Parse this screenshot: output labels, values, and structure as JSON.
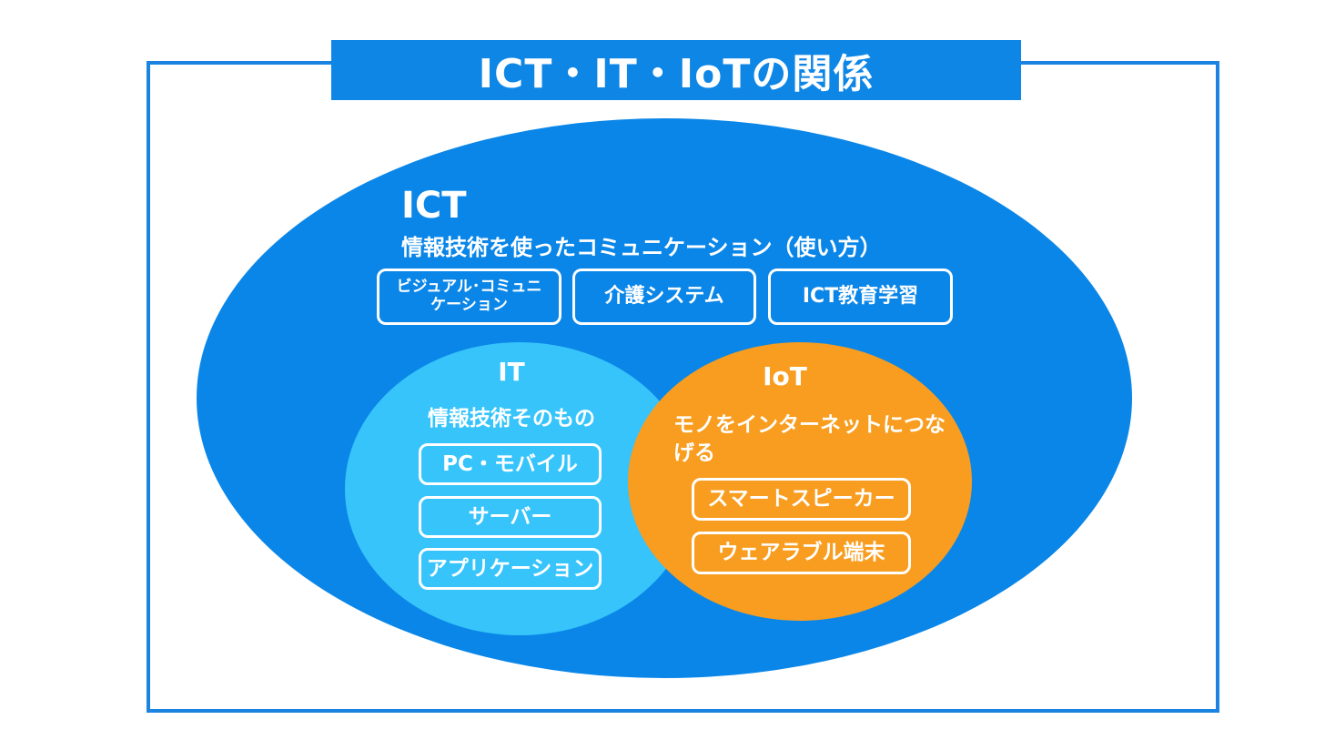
{
  "title": "ICT・IT・IoTの関係",
  "colors": {
    "frame": "#1a84e0",
    "title_bar": "#0e86e6",
    "ict": "#0a86e8",
    "it": "#36c4fb",
    "iot": "#f89d1f",
    "text": "#ffffff"
  },
  "ict": {
    "label": "ICT",
    "description": "情報技術を使ったコミュニケーション（使い方）",
    "items": [
      {
        "label": "ビジュアル･コミュニ\nケーション",
        "line1": "ビジュアル･コミュニ",
        "line2": "ケーション"
      },
      {
        "label": "介護システム"
      },
      {
        "label": "ICT教育学習"
      }
    ]
  },
  "it": {
    "label": "IT",
    "description": "情報技術そのもの",
    "items": [
      {
        "label": "PC・モバイル"
      },
      {
        "label": "サーバー"
      },
      {
        "label": "アプリケーション"
      }
    ]
  },
  "iot": {
    "label": "IoT",
    "description": "モノをインターネットにつなげる",
    "items": [
      {
        "label": "スマートスピーカー"
      },
      {
        "label": "ウェアラブル端末"
      }
    ]
  }
}
